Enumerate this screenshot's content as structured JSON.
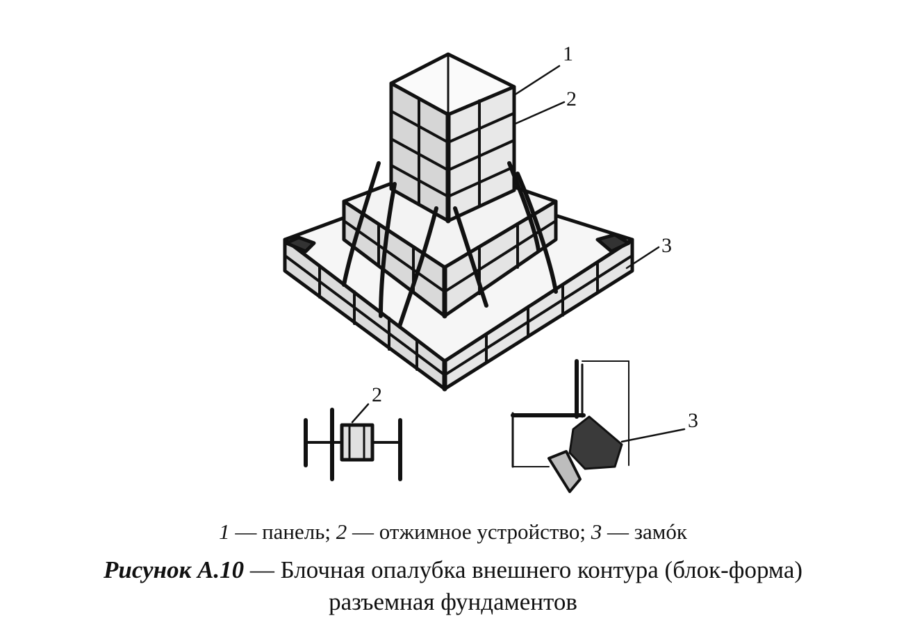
{
  "callouts": {
    "main": [
      "1",
      "2",
      "3"
    ],
    "detail_press": "2",
    "detail_lock": "3"
  },
  "legend": {
    "n1": "1",
    "t1": " — панель; ",
    "n2": "2",
    "t2": " — отжимное устройство; ",
    "n3": "3",
    "t3": " — замóк"
  },
  "caption": {
    "label": "Рисунок А.10",
    "line1": " — Блочная опалубка внешнего контура (блок-форма)",
    "line2": "разъемная фундаментов"
  }
}
